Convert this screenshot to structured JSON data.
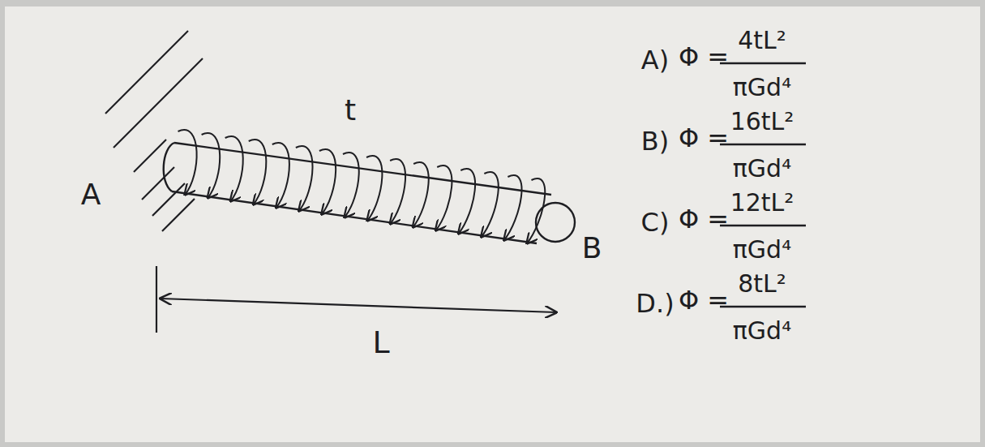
{
  "diagram": {
    "labels": [
      "A",
      "t",
      "B",
      "L",
      "A)",
      "Φ =",
      "4tL²",
      "πGd⁴",
      "B)",
      "Φ =",
      "16tL²",
      "πGd⁴",
      "C)",
      "Φ =",
      "12tL²",
      "πGd⁴",
      "D.)",
      "Φ =",
      "8tL²",
      "πGd⁴"
    ]
  }
}
